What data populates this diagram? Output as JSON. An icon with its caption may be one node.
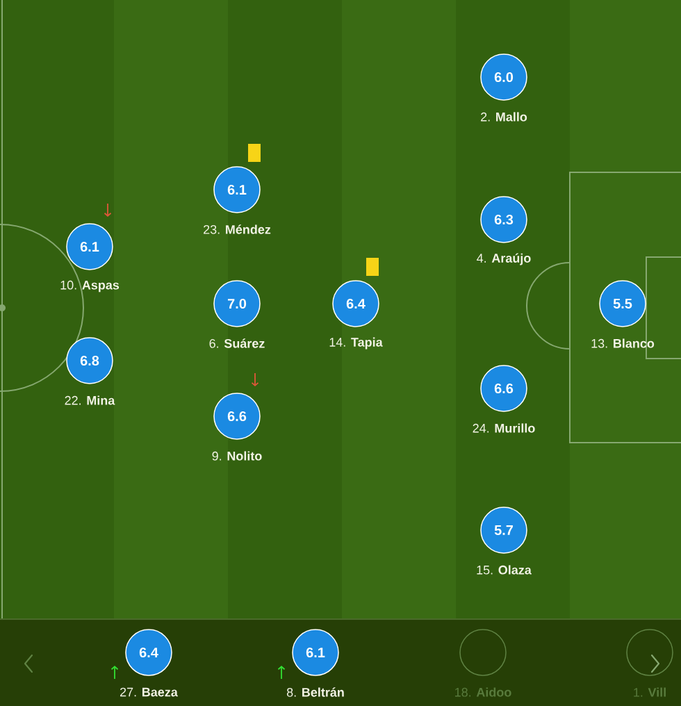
{
  "diagram": {
    "nodes": [
      {
        "text": [
          "6.0"
        ],
        "beside": [
          "2. **Mallo**"
        ]
      },
      {
        "text": [
          "6.1"
        ],
        "beside": [
          "23. **Méndez**"
        ]
      },
      {
        "text": [
          "6.1"
        ],
        "beside": [
          "10. **Aspas**"
        ]
      },
      {
        "text": [
          "6.3"
        ],
        "beside": [
          "4. **Araújo**"
        ]
      },
      {
        "text": [
          "7.0"
        ],
        "beside": [
          "6. **Suárez**"
        ]
      },
      {
        "text": [
          "6.4"
        ],
        "beside": [
          "14. **Tapia**"
        ]
      },
      {
        "text": [
          "5.5"
        ],
        "beside": [
          "13. **Blanco**"
        ]
      },
      {
        "text": [
          "6.8"
        ],
        "beside": [
          "22. **Mina**"
        ]
      },
      {
        "text": [
          "6.6"
        ],
        "beside": [
          "24. **Murillo**"
        ]
      },
      {
        "text": [
          "6.6"
        ],
        "beside": [
          "9. **Nolito**"
        ]
      },
      {
        "text": [
          "5.7"
        ],
        "beside": [
          "15. **Olaza**"
        ]
      },
      {
        "text": [
          "6.4"
        ],
        "beside": [
          "27. **Baeza**"
        ]
      },
      {
        "text": [
          "6.1"
        ],
        "beside": [
          "8. **Beltrán**"
        ]
      },
      {
        "text": [],
        "shape": "circle",
        "beside": [
          "18. **Aidoo**"
        ]
      },
      {
        "text": [],
        "shape": "circle",
        "beside": [
          "1. **Vill**"
        ]
      }
    ]
  }
}
